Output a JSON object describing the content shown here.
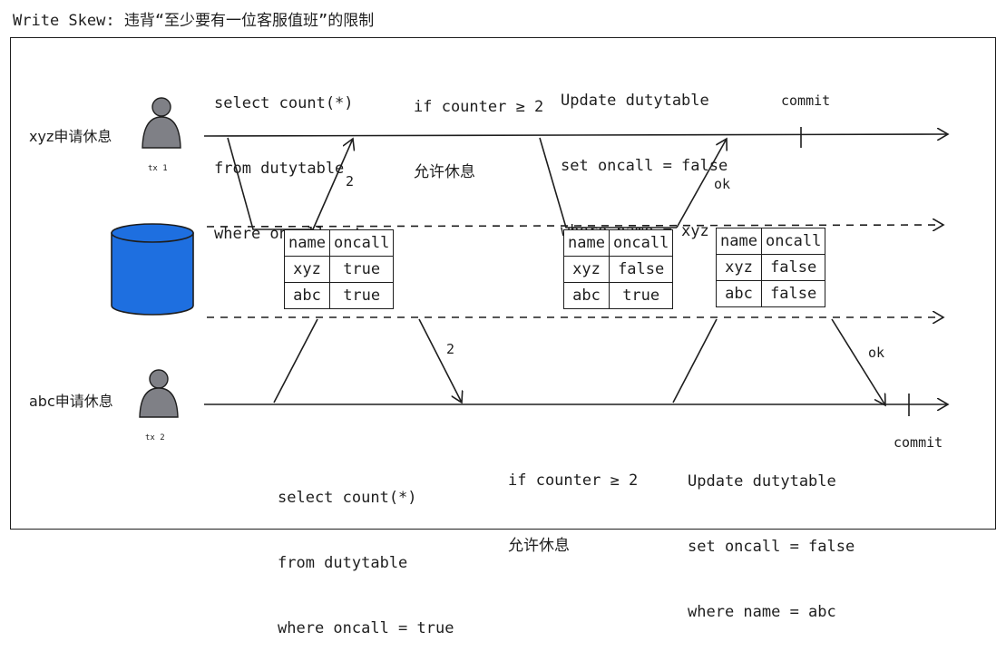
{
  "title": "Write Skew: 违背“至少要有一位客服值班”的限制",
  "tx1": {
    "user_label": "xyz申请休息",
    "tx_label": "tx 1",
    "select_query": [
      "select count(*)",
      "from dutytable",
      "where oncall = true"
    ],
    "read_result": "2",
    "check": [
      "if counter ≥ 2",
      "允许休息"
    ],
    "update_query": [
      "Update dutytable",
      "set oncall = false",
      "where name = xyz"
    ],
    "update_result": "ok",
    "commit_label": "commit"
  },
  "tx2": {
    "user_label": "abc申请休息",
    "tx_label": "tx 2",
    "select_query": [
      "select count(*)",
      "from dutytable",
      "where oncall = true"
    ],
    "read_result": "2",
    "check": [
      "if counter ≥ 2",
      "允许休息"
    ],
    "update_query": [
      "Update dutytable",
      "set oncall = false",
      "where name = abc"
    ],
    "update_result": "ok",
    "commit_label": "commit"
  },
  "colors": {
    "database": "#1e6fe0",
    "person": "#7f8086",
    "stroke": "#1e1e1e"
  },
  "tables": [
    {
      "header": [
        "name",
        "oncall"
      ],
      "rows": [
        [
          "xyz",
          "true"
        ],
        [
          "abc",
          "true"
        ]
      ]
    },
    {
      "header": [
        "name",
        "oncall"
      ],
      "rows": [
        [
          "xyz",
          "false"
        ],
        [
          "abc",
          "true"
        ]
      ]
    },
    {
      "header": [
        "name",
        "oncall"
      ],
      "rows": [
        [
          "xyz",
          "false"
        ],
        [
          "abc",
          "false"
        ]
      ]
    }
  ]
}
